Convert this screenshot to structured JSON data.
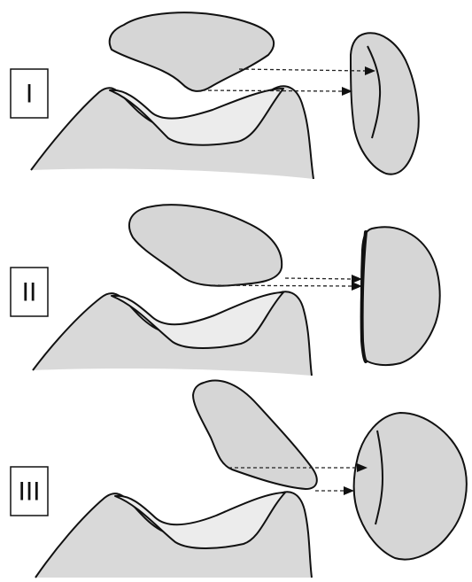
{
  "panels": [
    {
      "label": "I"
    },
    {
      "label": "II"
    },
    {
      "label": "III"
    }
  ],
  "colors": {
    "fill": "#d6d6d6",
    "groove": "#ececec",
    "outline": "#111111"
  }
}
